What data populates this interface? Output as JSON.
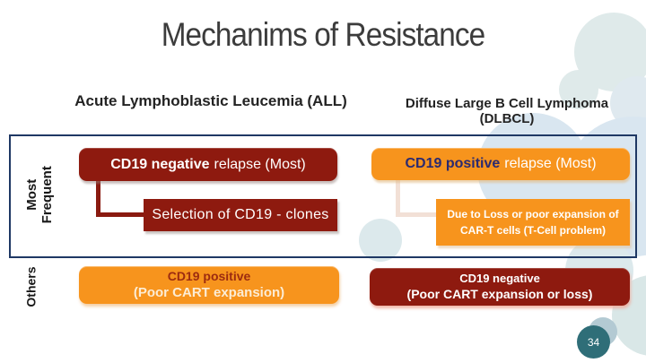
{
  "title": "Mechanims of Resistance",
  "page_number": "34",
  "row_labels": {
    "most_frequent_line1": "Most",
    "most_frequent_line2": "Frequent",
    "others": "Others"
  },
  "left_column": {
    "header": "Acute Lymphoblastic Leucemia (ALL)",
    "relapse_box": {
      "highlight": "CD19 negative",
      "rest": "relapse (Most)"
    },
    "mechanism_box": "Selection of CD19 - clones",
    "others_box": {
      "line1": "CD19 positive",
      "line2": "(Poor CART expansion)"
    }
  },
  "right_column": {
    "header": "Diffuse Large B Cell Lymphoma (DLBCL)",
    "relapse_box": {
      "highlight": "CD19 positive",
      "rest": "relapse (Most)"
    },
    "mechanism_box": {
      "line1": "Due to Loss or poor expansion of",
      "line2": "CAR-T cells (T-Cell problem)"
    },
    "others_box": {
      "line1": "CD19 negative",
      "line2": "(Poor CART expansion or loss)"
    }
  },
  "colors": {
    "dark_red": "#8E1A0F",
    "orange": "#F7941D",
    "frame_navy": "#1F3864",
    "navy_text": "#2B2A70",
    "badge_teal": "#2F6E78"
  }
}
